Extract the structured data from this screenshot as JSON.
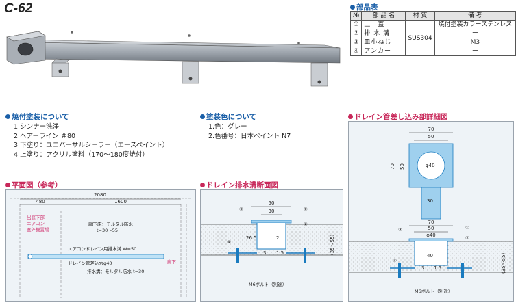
{
  "product": {
    "model": "C-62"
  },
  "parts_table": {
    "title": "部品表",
    "headers": [
      "№",
      "部 品 名",
      "材 質",
      "備 考"
    ],
    "rows": [
      {
        "no": "①",
        "name": "上　蓋",
        "remark": "焼付塗装カラーステンレス"
      },
      {
        "no": "②",
        "name": "排 水 溝",
        "remark": "ー"
      },
      {
        "no": "③",
        "name": "皿小ねじ",
        "remark": "M3"
      },
      {
        "no": "④",
        "name": "アンカー",
        "remark": "ー"
      }
    ],
    "material": "SUS304"
  },
  "baking_finish": {
    "title": "焼付塗装について",
    "items": [
      "1.シンナー洗浄",
      "2.ヘアーライン ＃80",
      "3.下塗り：ユニバーサルシーラー（エースペイント）",
      "4.上塗り：アクリル塗料（170〜180度焼付）"
    ]
  },
  "paint_color": {
    "title": "塗装色について",
    "items": [
      "1.色：グレー",
      "2.色番号：日本ペイント N7"
    ]
  },
  "plan_view": {
    "title": "平面図（参考）",
    "dims": {
      "total": "2080",
      "left": "480",
      "right": "1600"
    },
    "notes": {
      "outdoor_unit": [
        "出窓下部",
        "エアコン",
        "室外機置場"
      ],
      "floor": [
        "廊下床：モルタル防水",
        "t=30〜55"
      ],
      "drain_channel": "エアコンドレイン用排水溝 W=50",
      "drain_hole": "ドレイン管差込穴φ40",
      "corridor": "廊下",
      "channel_mortar": "排水溝：モルタル防水 t=30"
    }
  },
  "section_view": {
    "title": "ドレイン排水溝断面図",
    "dims": {
      "top": "50",
      "inner": "30",
      "height1": "26.5",
      "height2": "2",
      "height3": "3",
      "height4": "1.5",
      "depth": "(35〜55)"
    },
    "labels": {
      "c1": "①",
      "c2": "②",
      "c3": "③",
      "c4": "④",
      "bolt": "M6ボルト（別途）"
    }
  },
  "drain_detail": {
    "title": "ドレイン管差し込み部詳細図",
    "dims": {
      "w70": "70",
      "w50": "50",
      "h70": "70",
      "h50": "50",
      "dia": "φ40",
      "w30": "30",
      "w40": "40",
      "s70": "70",
      "s50": "50",
      "sdia": "φ40",
      "depth": "(35〜55)",
      "s3": "3",
      "s15": "1.5"
    },
    "labels": {
      "c1": "①",
      "c2": "②",
      "c3": "③",
      "c4": "④",
      "bolt": "M6ボルト（別途）"
    }
  },
  "colors": {
    "accent_blue": "#1a5fa8",
    "accent_red": "#c8285a",
    "drawing_red": "#d0326f",
    "panel_bg": "#eef3f7",
    "plate_blue": "#9fd0ee"
  }
}
